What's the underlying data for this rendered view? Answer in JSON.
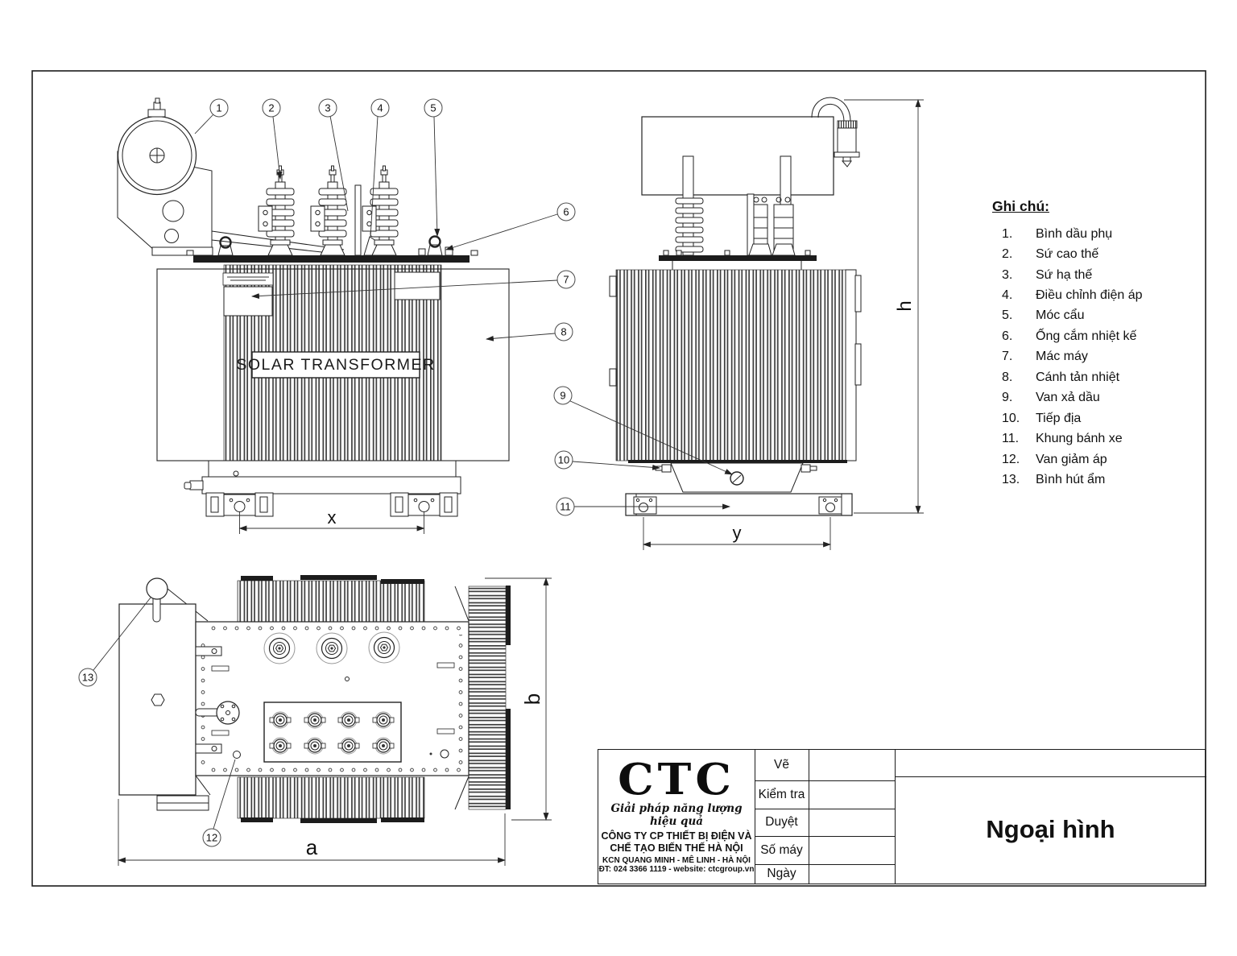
{
  "nameplate": {
    "text": "SOLAR TRANSFORMER"
  },
  "dims": {
    "x": "x",
    "y": "y",
    "a": "a",
    "b": "b",
    "h": "h"
  },
  "callouts": {
    "c1": "1",
    "c2": "2",
    "c3": "3",
    "c4": "4",
    "c5": "5",
    "c6": "6",
    "c7": "7",
    "c8": "8",
    "c9": "9",
    "c10": "10",
    "c11": "11",
    "c12": "12",
    "c13": "13"
  },
  "legend": {
    "title": "Ghi chú:",
    "items": [
      {
        "num": "1.",
        "label": "Bình dầu phụ"
      },
      {
        "num": "2.",
        "label": "Sứ cao thế"
      },
      {
        "num": "3.",
        "label": "Sứ hạ thế"
      },
      {
        "num": "4.",
        "label": "Điều chỉnh điện áp"
      },
      {
        "num": "5.",
        "label": "Móc cẩu"
      },
      {
        "num": "6.",
        "label": "Ống cắm nhiệt kế"
      },
      {
        "num": "7.",
        "label": "Mác máy"
      },
      {
        "num": "8.",
        "label": "Cánh tản nhiệt"
      },
      {
        "num": "9.",
        "label": "Van xả dầu"
      },
      {
        "num": "10.",
        "label": "Tiếp địa"
      },
      {
        "num": "11.",
        "label": "Khung bánh xe"
      },
      {
        "num": "12.",
        "label": "Van giảm áp"
      },
      {
        "num": "13.",
        "label": "Bình hút ẩm"
      }
    ]
  },
  "tb": {
    "logo": "CTC",
    "slogan": "Giải pháp năng lượng hiệu quả",
    "company1": "CÔNG TY CP THIẾT BỊ ĐIỆN VÀ",
    "company2": "CHẾ TẠO BIẾN THẾ HÀ NỘI",
    "address": "KCN QUANG MINH - MÊ LINH - HÀ NỘI",
    "phone": "ĐT: 024 3366 1119 - website: ctcgroup.vn",
    "rows": [
      "Vẽ",
      "Kiểm tra",
      "Duyệt",
      "Số máy",
      "Ngày"
    ],
    "title": "Ngoại hình"
  }
}
